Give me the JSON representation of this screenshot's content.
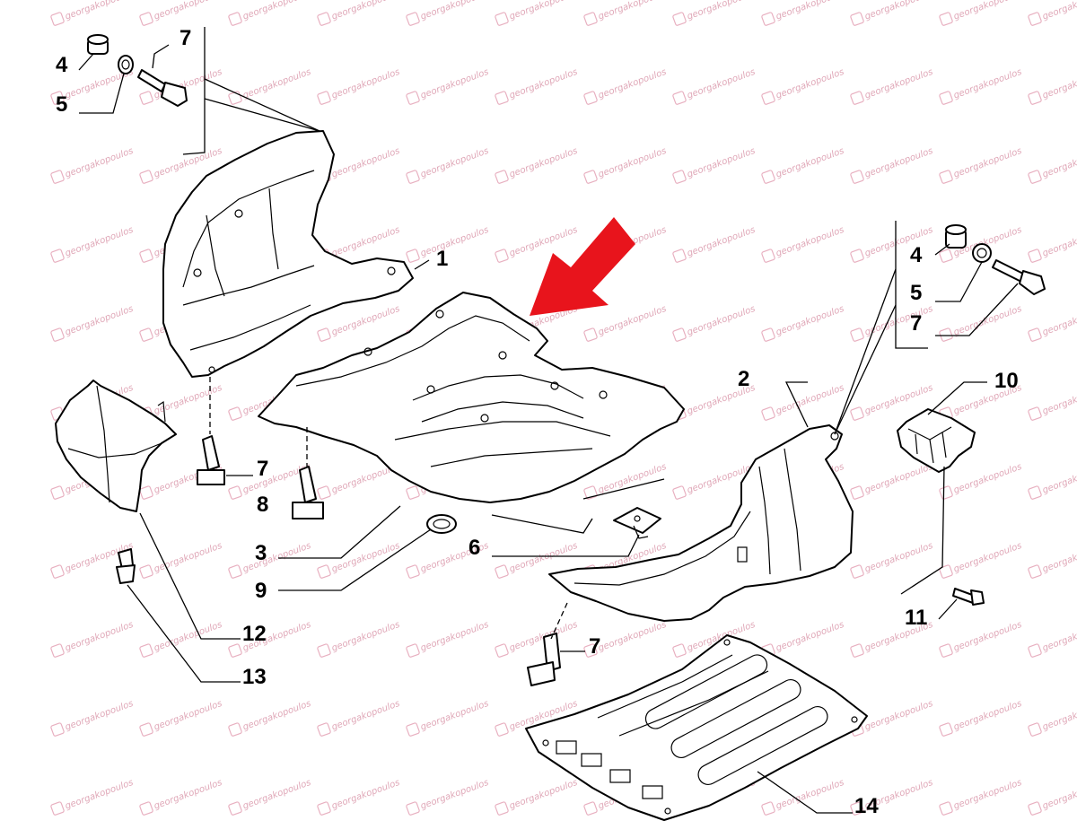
{
  "watermark": {
    "text": "georgakopoulos",
    "color": "#e0a8b8"
  },
  "accent_color": "#e8141c",
  "callouts": {
    "c1": "1",
    "c2": "2",
    "c3": "3",
    "c4a": "4",
    "c4b": "4",
    "c5a": "5",
    "c5b": "5",
    "c6": "6",
    "c7a": "7",
    "c7b": "7",
    "c7c": "7",
    "c7d": "7",
    "c8": "8",
    "c9": "9",
    "c10": "10",
    "c11": "11",
    "c12": "12",
    "c13": "13",
    "c14": "14"
  }
}
